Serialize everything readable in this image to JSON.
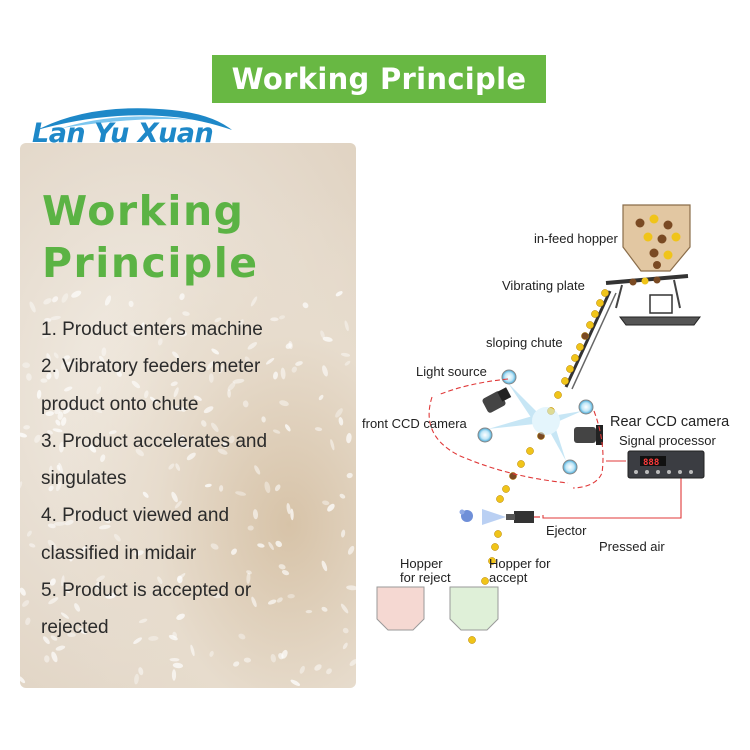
{
  "banner_title": "Working Principle",
  "logo": {
    "brand": "Lan Yu Xuan"
  },
  "left": {
    "title_line1": "Working",
    "title_line2": "Principle",
    "lines": [
      "1. Product enters machine",
      "2. Vibratory feeders meter",
      "product onto chute",
      "3. Product accelerates and",
      "singulates",
      "4. Product viewed and",
      "classified in midair",
      "5. Product is accepted or",
      "rejected"
    ]
  },
  "diagram": {
    "infeed_hopper": "in-feed hopper",
    "vibrating_plate": "Vibrating plate",
    "sloping_chute": "sloping chute",
    "light_source": "Light source",
    "front_ccd": "front CCD camera",
    "rear_ccd": "Rear CCD camera",
    "signal_processor": "Signal processor",
    "ejector": "Ejector",
    "pressed_air": "Pressed air",
    "hopper_reject_1": "Hopper",
    "hopper_reject_2": "for reject",
    "hopper_accept_1": "Hopper for",
    "hopper_accept_2": "accept"
  },
  "colors": {
    "green": "#68b843",
    "title_green": "#5bb344",
    "logo_blue": "#1e88c8",
    "signal_red": "#e03a3a",
    "pellet": "#f0c419"
  }
}
